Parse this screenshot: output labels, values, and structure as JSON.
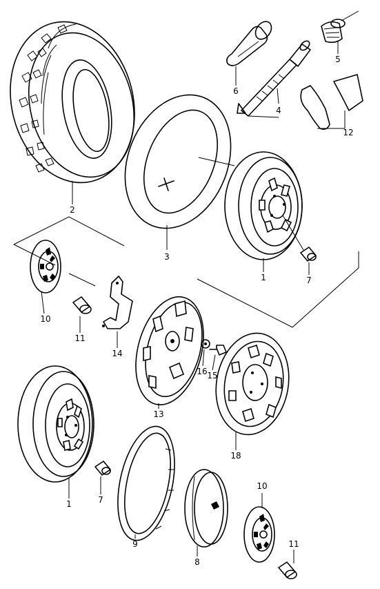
{
  "callouts": {
    "c1a": "1",
    "c1b": "1",
    "c2": "2",
    "c3": "3",
    "c4": "4",
    "c5": "5",
    "c6": "6",
    "c7a": "7",
    "c7b": "7",
    "c8": "8",
    "c9": "9",
    "c10a": "10",
    "c10b": "10",
    "c11a": "11",
    "c11b": "11",
    "c12": "12",
    "c13": "13",
    "c14": "14",
    "c15": "15",
    "c16": "16",
    "c18": "18"
  }
}
